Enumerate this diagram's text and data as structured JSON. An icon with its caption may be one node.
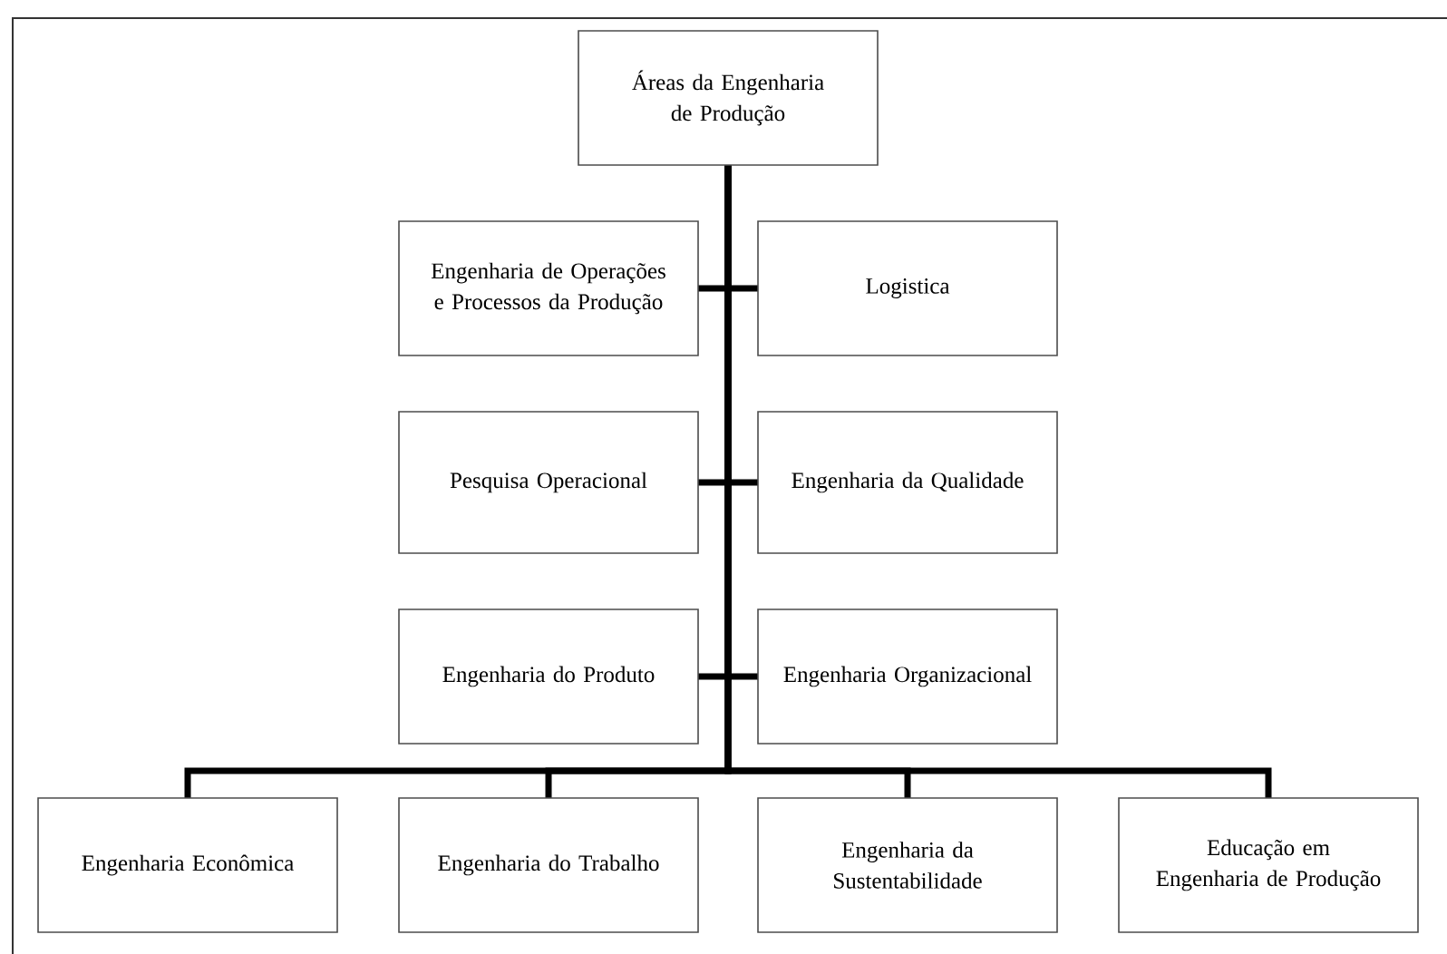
{
  "diagram": {
    "nodes": [
      {
        "text": [
          "Áreas da Engenharia de Produção"
        ]
      },
      {
        "text": [
          "Engenharia de Operações e Processos da Produção"
        ]
      },
      {
        "text": [
          "Logistica"
        ]
      },
      {
        "text": [
          "Pesquisa Operacional"
        ]
      },
      {
        "text": [
          "Engenharia da Qualidade"
        ]
      },
      {
        "text": [
          "Engenharia do Produto"
        ]
      },
      {
        "text": [
          "Engenharia Organizacional"
        ]
      },
      {
        "text": [
          "Engenharia Econômica"
        ]
      },
      {
        "text": [
          "Engenharia do Trabalho"
        ]
      },
      {
        "text": [
          "Engenharia da Sustentabilidade"
        ]
      },
      {
        "text": [
          "Educação em Engenharia de Produção"
        ]
      }
    ],
    "edges": [
      {
        "from": 0,
        "to": 1,
        "arrow": "none"
      },
      {
        "from": 0,
        "to": 2,
        "arrow": "none"
      },
      {
        "from": 0,
        "to": 3,
        "arrow": "none"
      },
      {
        "from": 0,
        "to": 4,
        "arrow": "none"
      },
      {
        "from": 0,
        "to": 5,
        "arrow": "none"
      },
      {
        "from": 0,
        "to": 6,
        "arrow": "none"
      },
      {
        "from": 0,
        "to": 7,
        "arrow": "none"
      },
      {
        "from": 0,
        "to": 8,
        "arrow": "none"
      },
      {
        "from": 0,
        "to": 9,
        "arrow": "none"
      },
      {
        "from": 0,
        "to": 10,
        "arrow": "none"
      }
    ]
  }
}
